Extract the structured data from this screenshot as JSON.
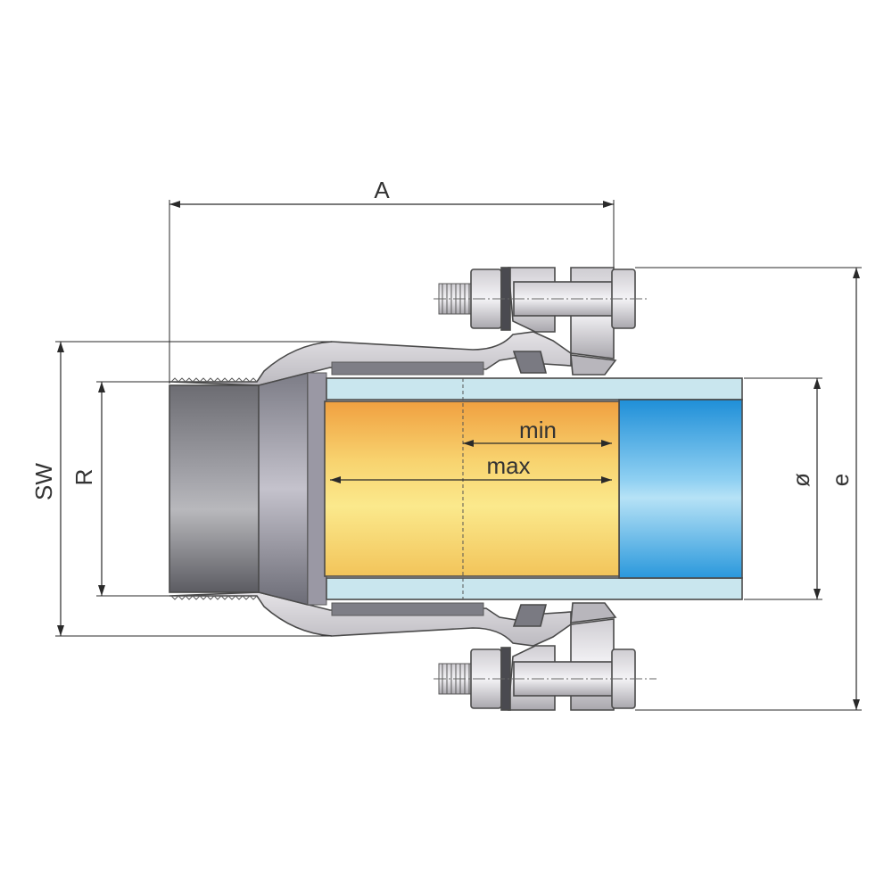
{
  "dimensions": {
    "A": "A",
    "SW": "SW",
    "R": "R",
    "diameter": "ø",
    "e": "e",
    "min": "min",
    "max": "max"
  },
  "colors": {
    "body_gray": "#8c8c94",
    "body_light": "#d6d4d8",
    "inner_pipe_orange": "#f2a646",
    "inner_pipe_yellow": "#f6e07a",
    "outer_pipe_blue": "#39a8e8",
    "outer_pipe_light": "#c9e6ee"
  }
}
